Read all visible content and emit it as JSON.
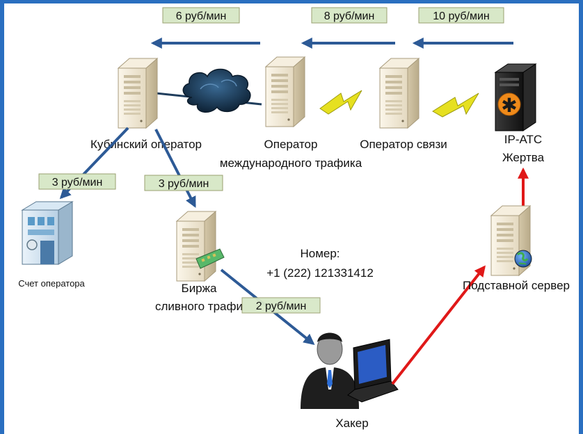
{
  "rates": {
    "r6": "6 руб/мин",
    "r8": "8 руб/мин",
    "r10": "10 руб/мин",
    "r3a": "3 руб/мин",
    "r3b": "3 руб/мин",
    "r2": "2 руб/мин"
  },
  "nodes": {
    "cuba": "Кубинский оператор",
    "intl_1": "Оператор",
    "intl_2": "международного трафика",
    "carrier": "Оператор связи",
    "pbx_1": "IP-АТС",
    "pbx_2": "Жертва",
    "account": "Счет оператора",
    "exchange_1": "Биржа",
    "exchange_2": "сливного трафи",
    "proxy": "Подставной сервер",
    "hacker": "Хакер"
  },
  "number": {
    "label": "Номер:",
    "value": "+1 (222) 121331412"
  },
  "colors": {
    "frame": "#2a6fc0",
    "arrow_blue": "#2d5a96",
    "arrow_red": "#e01818",
    "label_bg": "#d8e8c8",
    "label_border": "#9aa070",
    "server": "#ece3cf",
    "lightning": "#e6e020",
    "cloud": "#1f3d5c",
    "pc_dark": "#1e1e1e",
    "asterisk": "#ef8a1a"
  },
  "icons": [
    "server-icon",
    "cloud-icon",
    "lightning-icon",
    "pc-tower-icon",
    "building-icon",
    "globe-icon",
    "network-card-icon",
    "user-icon",
    "laptop-icon"
  ]
}
